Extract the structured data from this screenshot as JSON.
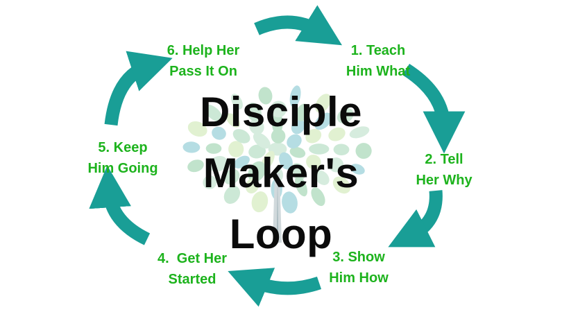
{
  "title": {
    "lines": [
      "Disciple",
      "Maker's",
      "Loop"
    ]
  },
  "steps": [
    {
      "line1": "1. Teach",
      "line2": "Him What"
    },
    {
      "line1": "2. Tell",
      "line2": "Her Why"
    },
    {
      "line1": "3. Show",
      "line2": "Him How"
    },
    {
      "line1": "4.  Get Her",
      "line2": "Started"
    },
    {
      "line1": "5. Keep",
      "line2": "Him Going"
    },
    {
      "line1": "6. Help Her",
      "line2": "Pass It On"
    }
  ],
  "colors": {
    "arrow": "#199e96",
    "step_text": "#1db31d",
    "title_text": "#0b0b0b",
    "tree_leaves": [
      "#cfe9d9",
      "#b7dfc4",
      "#a9d8df",
      "#dcefc9",
      "#c4e4d0"
    ]
  },
  "icons": {
    "arrow": "curved-arrow-icon",
    "background": "tree-watermark-icon"
  }
}
